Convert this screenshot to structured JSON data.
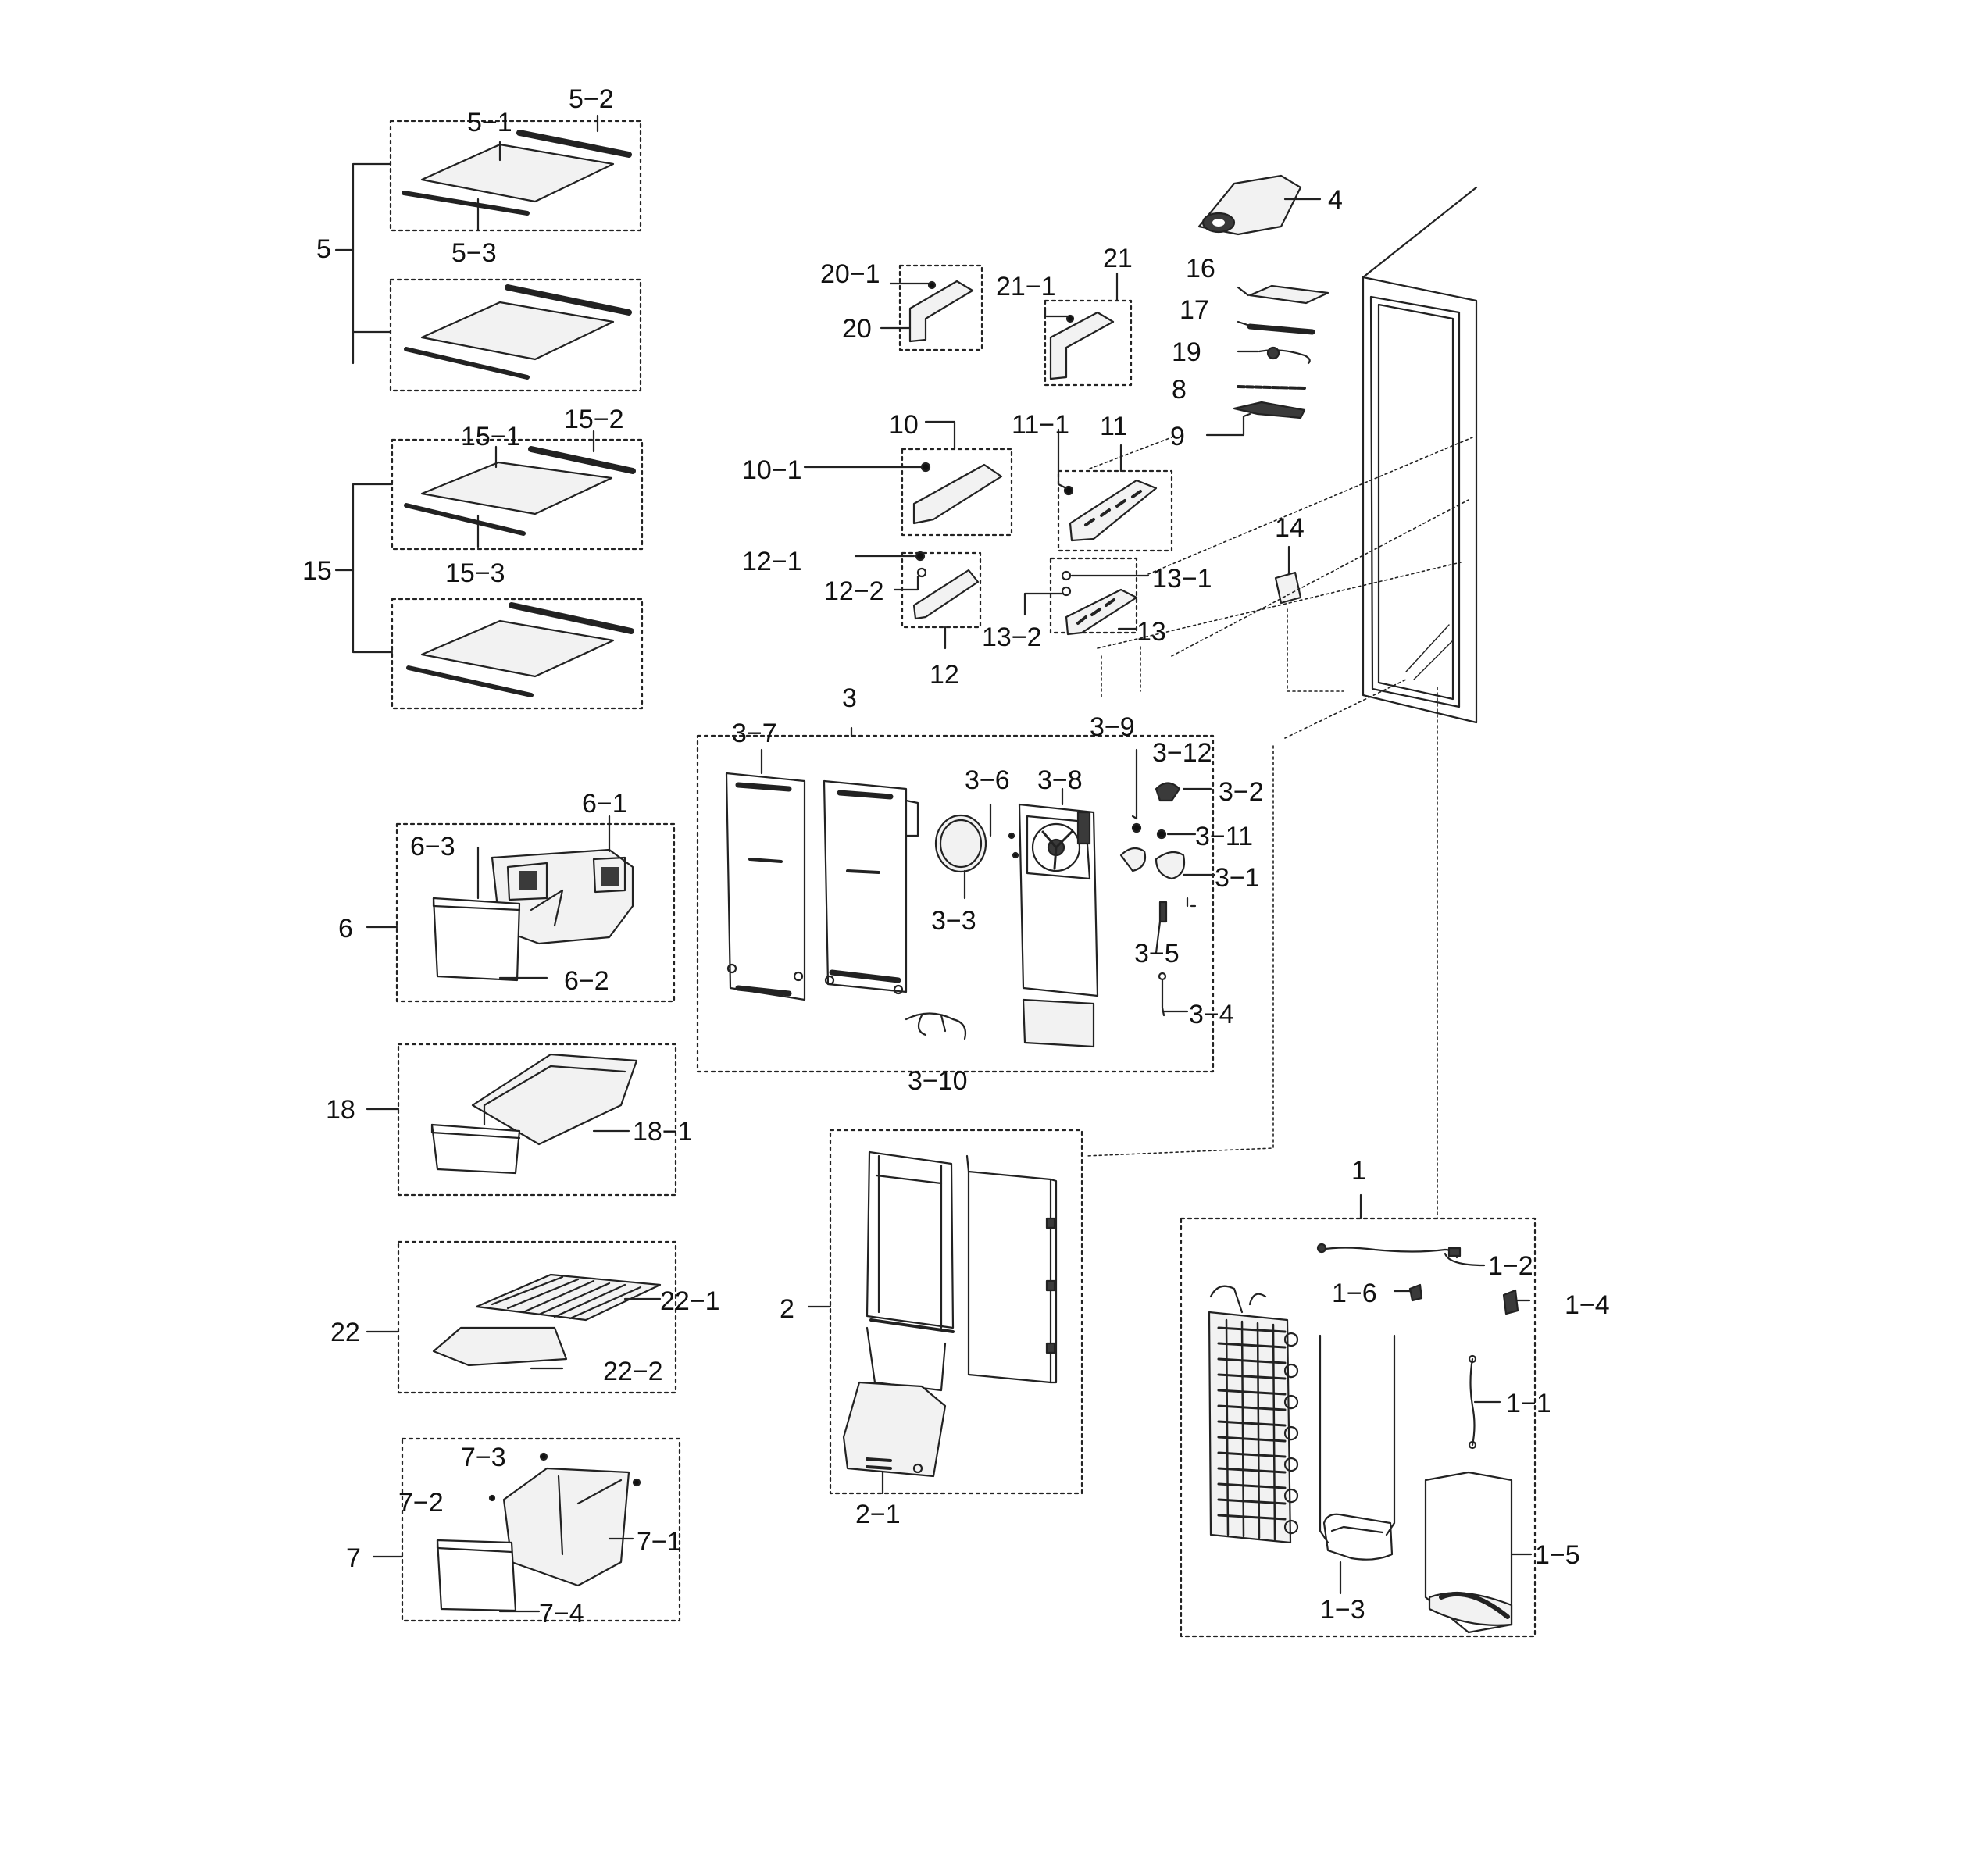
{
  "colors": {
    "line": "#222222",
    "paper": "#ffffff",
    "fill": "#f2f2f2",
    "dark": "#3a3a3a"
  },
  "labels": {
    "l5_2": "5−2",
    "l5_1": "5−1",
    "l5": "5",
    "l5_3": "5−3",
    "l15_1": "15−1",
    "l15_2": "15−2",
    "l15": "15",
    "l15_3": "15−3",
    "l6_1": "6−1",
    "l6_3": "6−3",
    "l6": "6",
    "l6_2": "6−2",
    "l18": "18",
    "l18_1": "18−1",
    "l22": "22",
    "l22_1": "22−1",
    "l22_2": "22−2",
    "l7_3": "7−3",
    "l7_2": "7−2",
    "l7": "7",
    "l7_1": "7−1",
    "l7_4": "7−4",
    "l20_1": "20−1",
    "l20": "20",
    "l21_1": "21−1",
    "l21": "21",
    "l10": "10",
    "l10_1": "10−1",
    "l11_1": "11−1",
    "l11": "11",
    "l12_1": "12−1",
    "l12_2": "12−2",
    "l12": "12",
    "l13_1": "13−1",
    "l13_2": "13−2",
    "l13": "13",
    "l4": "4",
    "l16": "16",
    "l17": "17",
    "l19": "19",
    "l8": "8",
    "l9": "9",
    "l14": "14",
    "l3": "3",
    "l3_7": "3−7",
    "l3_6": "3−6",
    "l3_8": "3−8",
    "l3_9": "3−9",
    "l3_12": "3−12",
    "l3_2": "3−2",
    "l3_11": "3−11",
    "l3_1": "3−1",
    "l3_3": "3−3",
    "l3_5": "3−5",
    "l3_4": "3−4",
    "l3_10": "3−10",
    "l2": "2",
    "l2_1": "2−1",
    "l1": "1",
    "l1_2": "1−2",
    "l1_6": "1−6",
    "l1_4": "1−4",
    "l1_1": "1−1",
    "l1_5": "1−5",
    "l1_3": "1−3"
  }
}
